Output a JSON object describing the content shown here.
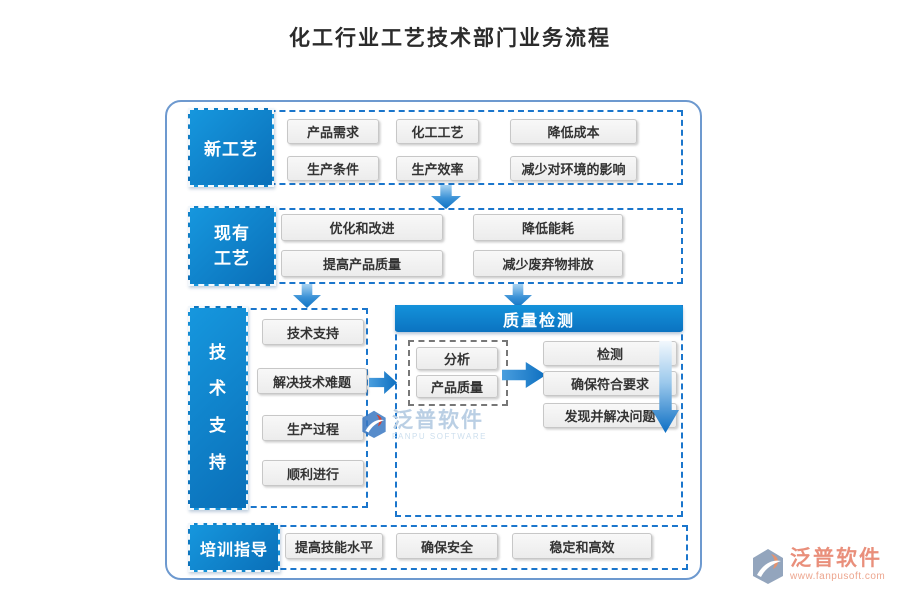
{
  "title": "化工行业工艺技术部门业务流程",
  "sections": {
    "new_process": {
      "label": "新工艺",
      "buttons": [
        "产品需求",
        "化工工艺",
        "降低成本",
        "生产条件",
        "生产效率",
        "减少对环境的影响"
      ]
    },
    "existing_process": {
      "label": "现有工艺",
      "buttons": [
        "优化和改进",
        "降低能耗",
        "提高产品质量",
        "减少废弃物排放"
      ]
    },
    "tech_support": {
      "label": "技术支持",
      "buttons": [
        "技术支持",
        "解决技术难题",
        "生产过程",
        "顺利进行"
      ]
    },
    "quality_inspection": {
      "header": "质量检测",
      "input_buttons": [
        "分析",
        "产品质量"
      ],
      "output_buttons": [
        "检测",
        "确保符合要求",
        "发现并解决问题"
      ]
    },
    "training": {
      "label": "培训指导",
      "buttons": [
        "提高技能水平",
        "确保安全",
        "稳定和高效"
      ]
    }
  },
  "watermark": {
    "name": "泛普软件",
    "subname": "FANPU SOFTWARE"
  },
  "brand": {
    "name": "泛普软件",
    "website": "www.fanpusoft.com"
  },
  "colors": {
    "primary_blue": "#0d7ec9",
    "dashed_border_blue": "#1b76cc",
    "arrow_blue": "#0d72c4",
    "button_gray": "#ededed",
    "brand_salmon": "#e98f7b"
  }
}
